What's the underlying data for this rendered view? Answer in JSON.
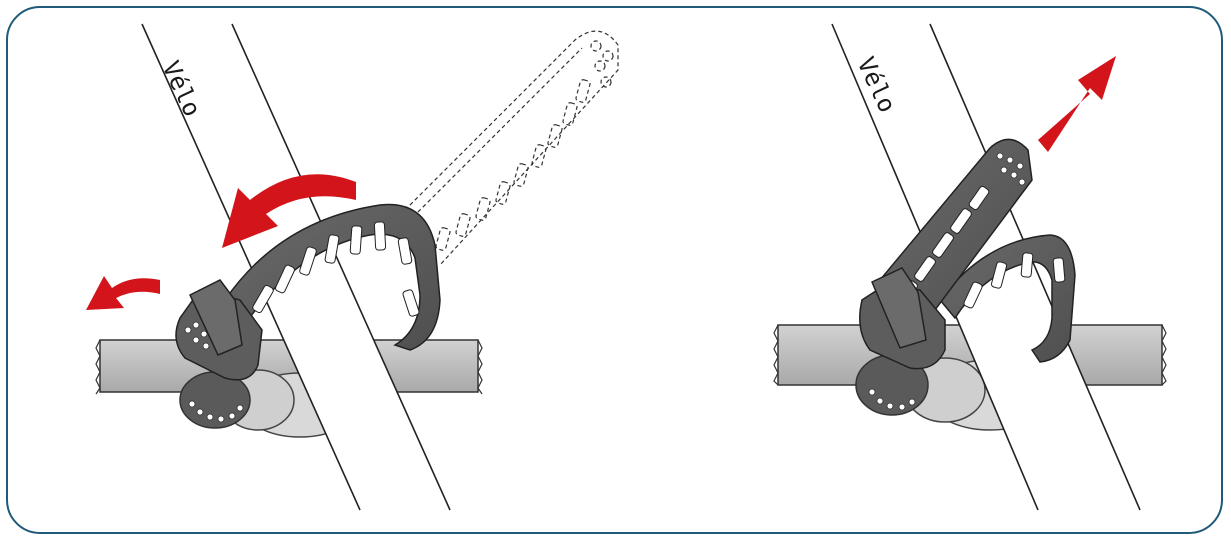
{
  "labels": {
    "left_tube": "Vélo",
    "right_tube": "Vélo"
  },
  "colors": {
    "frame_border": "#1f5a7a",
    "arrow_red": "#d4141b",
    "strap_dark": "#5e5e5e",
    "pipe_gray": "#c2c2c2"
  },
  "panels": [
    {
      "name": "strap-wrapping",
      "arrows": [
        "curved-arrow-wrap",
        "curved-arrow-pull-left"
      ]
    },
    {
      "name": "strap-tightening",
      "arrows": [
        "straight-arrow-pull-up-right"
      ]
    }
  ]
}
